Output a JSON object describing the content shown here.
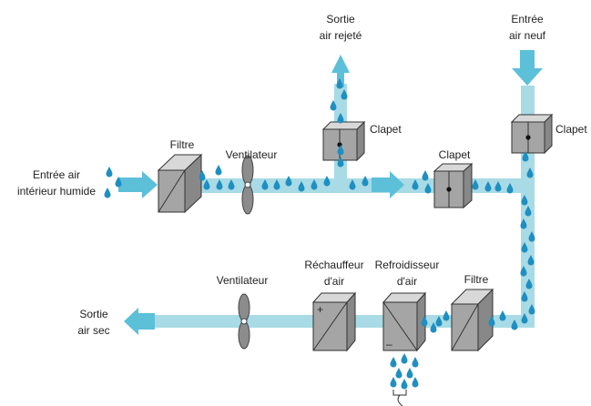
{
  "colors": {
    "duct": "#a8dbe6",
    "arrow": "#5bc0d8",
    "drop": "#1e8fc0",
    "box_front": "#a5a5a5",
    "box_top": "#d8d8d8",
    "box_side": "#888888",
    "stroke": "#333333",
    "fan": "#8c8c8c"
  },
  "icons": {
    "filter": "filter-box-icon",
    "damper": "damper-box-icon",
    "fan": "fan-icon",
    "heater": "heater-box-icon",
    "cooler": "cooler-box-icon",
    "drop": "water-drop-icon"
  },
  "labels": {
    "humid_inlet": [
      "Entrée air",
      "intérieur humide"
    ],
    "filter_1": "Filtre",
    "fan_1": "Ventilateur",
    "exhaust": [
      "Sortie",
      "air rejeté"
    ],
    "fresh_inlet": [
      "Entrée",
      "air neuf"
    ],
    "damper_exhaust": "Clapet",
    "damper_mid": "Clapet",
    "damper_fresh": "Clapet",
    "heater": [
      "Réchauffeur",
      "d'air"
    ],
    "cooler": [
      "Refroidisseur",
      "d'air"
    ],
    "filter_2": "Filtre",
    "fan_2": "Ventilateur",
    "dry_outlet": [
      "Sortie",
      "air sec"
    ],
    "heater_plus": "+",
    "cooler_minus": "–"
  }
}
